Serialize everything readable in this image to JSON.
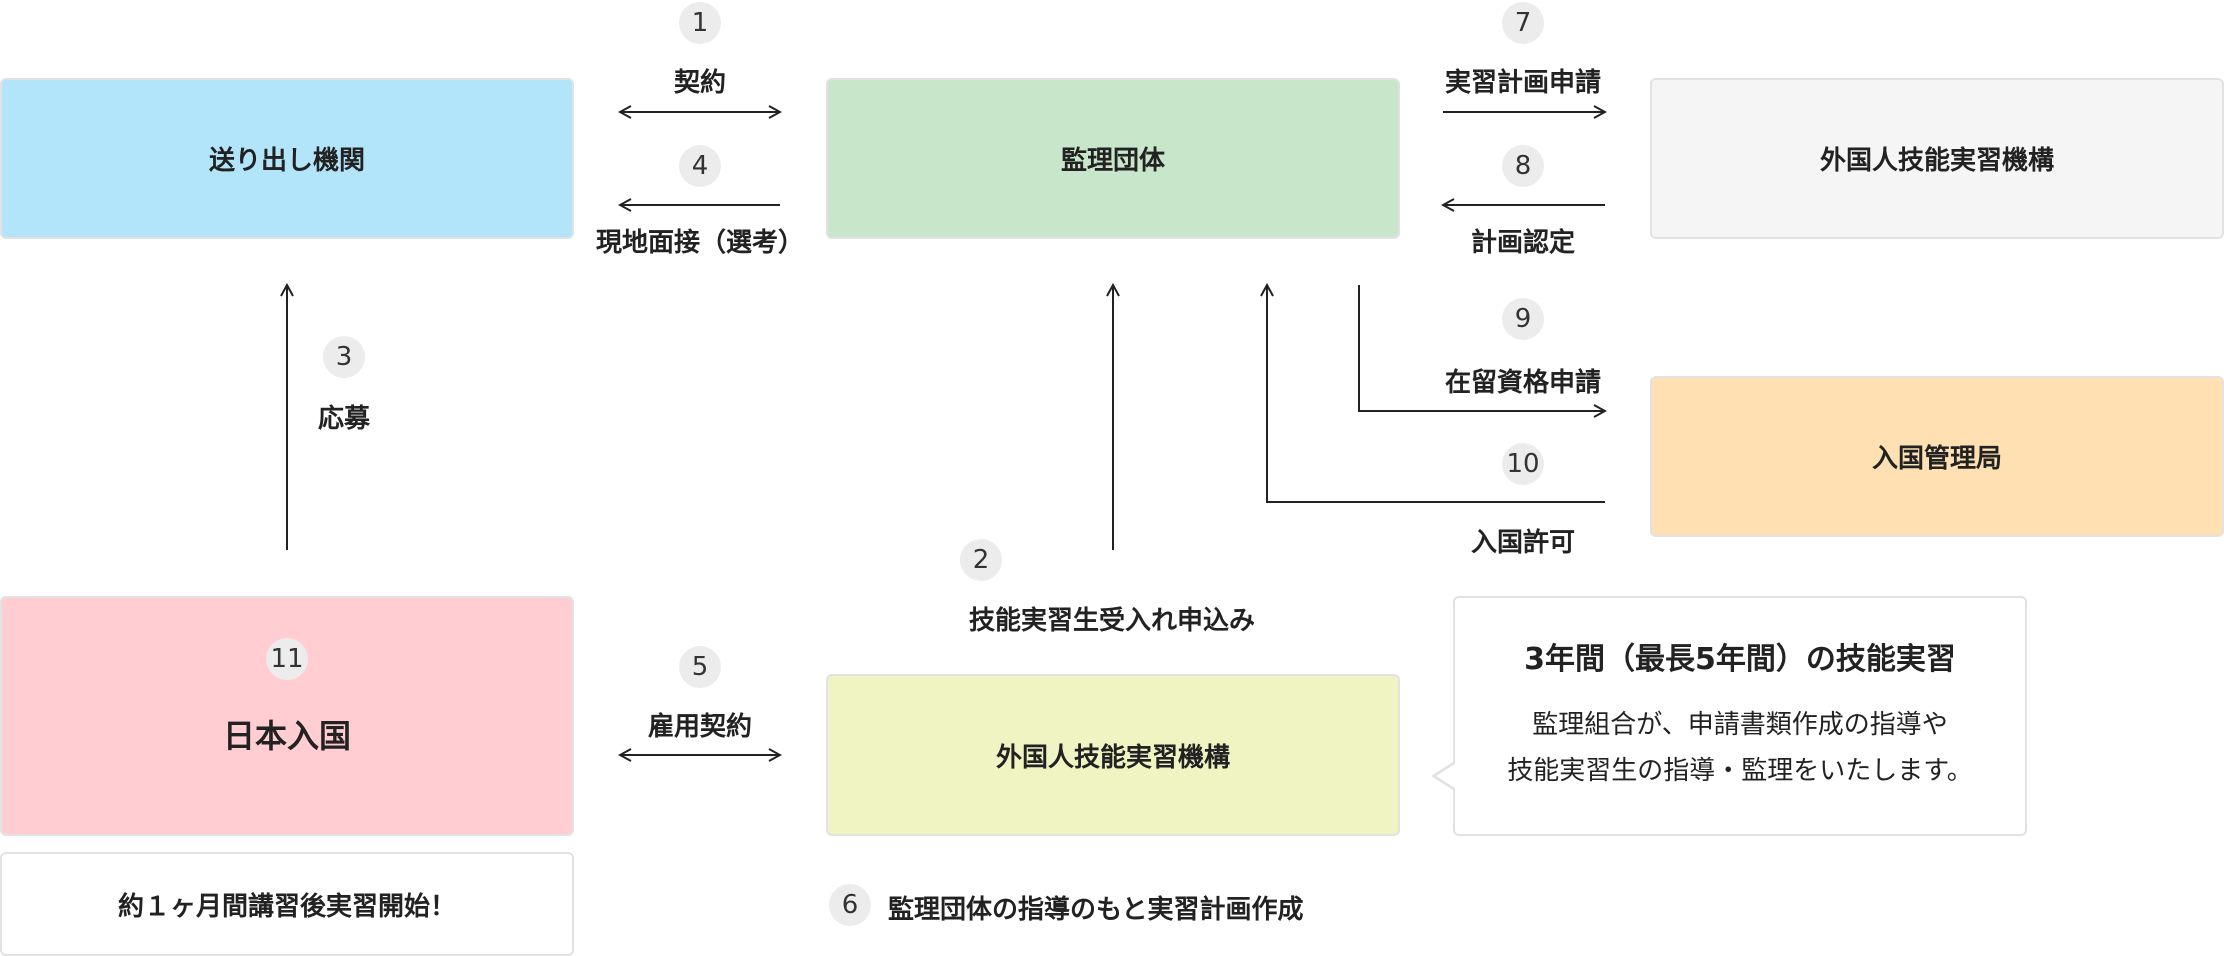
{
  "colors": {
    "sender": "#b3e5fa",
    "supervisor": "#c8e6c9",
    "otit": "#f5f5f5",
    "immigration": "#ffe0b2",
    "entry": "#ffcdd2",
    "company": "#f0f4c3",
    "arrow": "#222222",
    "badge": "#ececec"
  },
  "boxes": {
    "sender": "送り出し機関",
    "supervisor": "監理団体",
    "otit_top": "外国人技能実習機構",
    "immigration": "入国管理局",
    "entry_title": "日本入国",
    "company": "外国人技能実習機構",
    "training_start": "約１ヶ月間講習後実習開始！"
  },
  "steps": [
    {
      "num": "1",
      "label": "契約"
    },
    {
      "num": "2",
      "label": "技能実習生受入れ申込み"
    },
    {
      "num": "3",
      "label": "応募"
    },
    {
      "num": "4",
      "label": "現地面接（選考）"
    },
    {
      "num": "5",
      "label": "雇用契約"
    },
    {
      "num": "6",
      "label": "監理団体の指導のもと実習計画作成"
    },
    {
      "num": "7",
      "label": "実習計画申請"
    },
    {
      "num": "8",
      "label": "計画認定"
    },
    {
      "num": "9",
      "label": "在留資格申請"
    },
    {
      "num": "10",
      "label": "入国許可"
    },
    {
      "num": "11",
      "label": ""
    }
  ],
  "callout": {
    "title": "3年間（最長5年間）の技能実習",
    "line1": "監理組合が、申請書類作成の指導や",
    "line2": "技能実習生の指導・監理をいたします。"
  }
}
